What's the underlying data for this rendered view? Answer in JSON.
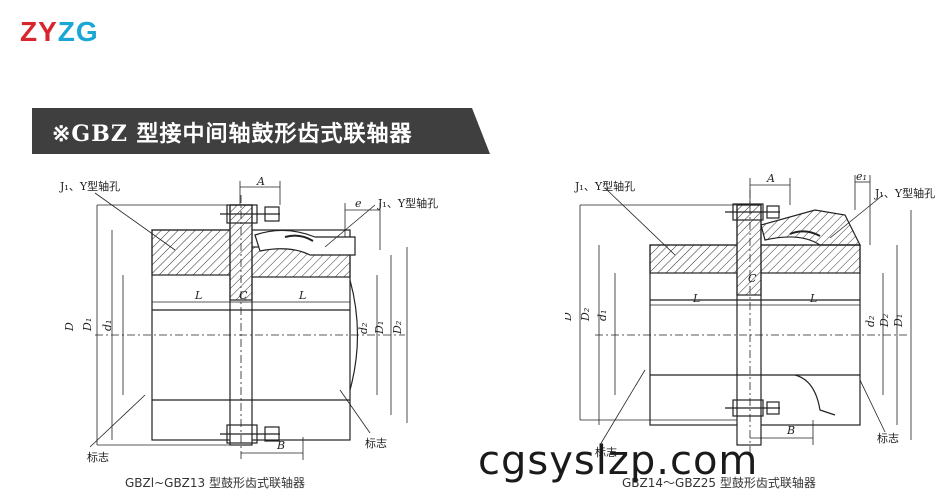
{
  "logo": {
    "part1": "ZY",
    "part2": "ZG"
  },
  "banner": {
    "title": "※GBZ 型接中间轴鼓形齿式联轴器"
  },
  "figure_left": {
    "caption": "GBZl~GBZ13 型鼓形齿式联轴器",
    "labels": {
      "hole_left": "J₁、Y型轴孔",
      "hole_right": "J₁、Y型轴孔",
      "A": "A",
      "e": "e",
      "L_left": "L",
      "C": "C",
      "L_right": "L",
      "D": "D",
      "D1": "D₁",
      "d1": "d₁",
      "d2": "d₂",
      "D1r": "D₁",
      "D2": "D₂",
      "B": "B",
      "mark_left": "标志",
      "mark_right": "标志"
    }
  },
  "figure_right": {
    "caption": "GBZ14～GBZ25 型鼓形齿式联轴器",
    "labels": {
      "hole_left": "J₁、Y型轴孔",
      "hole_right": "J₁、Y型轴孔",
      "A": "A",
      "e": "e₁",
      "L_left": "L",
      "C": "C",
      "L_right": "L",
      "D": "D",
      "D2": "D₂",
      "d1": "d₁",
      "d2": "d₂",
      "D2r": "D₂",
      "D1r": "D₁",
      "B": "B",
      "mark_left": "标志",
      "mark_right": "标志"
    }
  },
  "watermark": "cgsyslzp.com"
}
